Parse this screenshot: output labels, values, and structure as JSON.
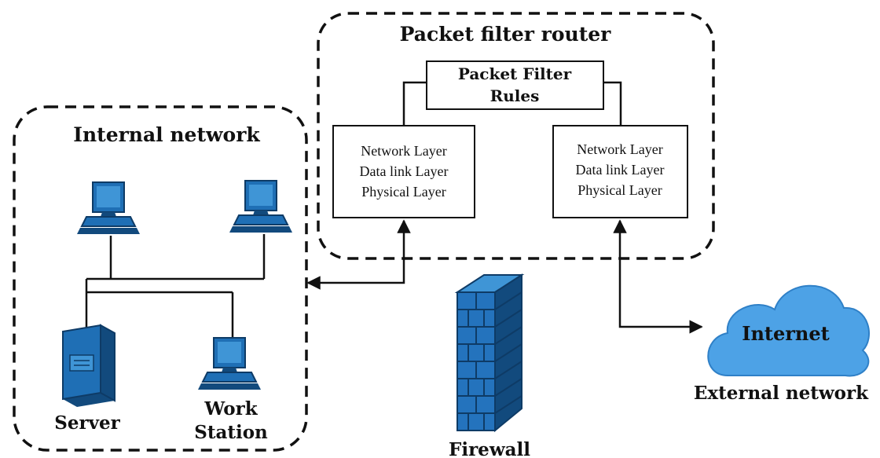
{
  "packet_filter_router": {
    "title": "Packet filter router",
    "rules_line1": "Packet Filter",
    "rules_line2": "Rules",
    "left_stack": {
      "line1": "Network Layer",
      "line2": "Data link Layer",
      "line3": "Physical Layer"
    },
    "right_stack": {
      "line1": "Network Layer",
      "line2": "Data link Layer",
      "line3": "Physical Layer"
    }
  },
  "internal_network": {
    "title": "Internal network",
    "server_label": "Server",
    "workstation_line1": "Work",
    "workstation_line2": "Station"
  },
  "firewall_label": "Firewall",
  "cloud_label": "Internet",
  "external_network_label": "External network",
  "colors": {
    "device_blue": "#1f6fb5",
    "device_light": "#3f95d6",
    "device_dark": "#124a7d",
    "cloud_blue": "#4da2e6",
    "firewall_blue": "#2473bd"
  }
}
